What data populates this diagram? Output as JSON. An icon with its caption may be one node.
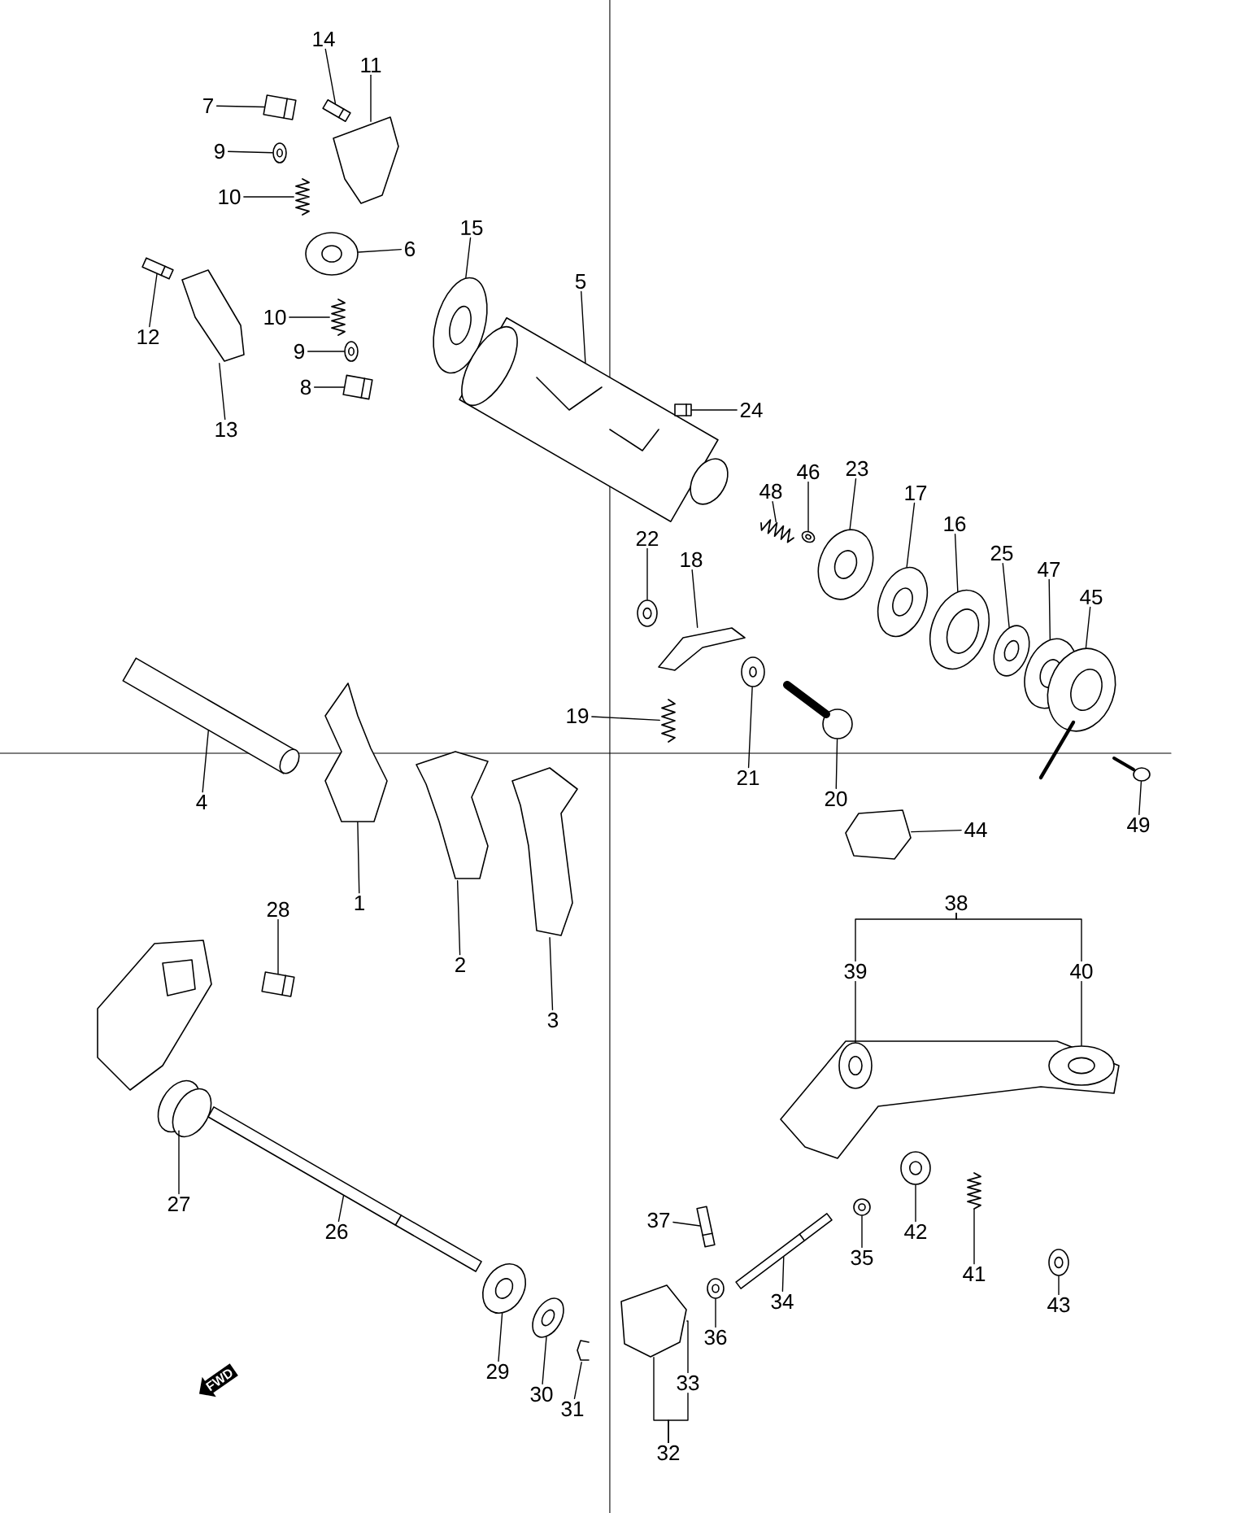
{
  "diagram": {
    "nodes": [
      {
        "text": [
          "14"
        ]
      },
      {
        "text": [
          "11"
        ]
      },
      {
        "text": [
          "7"
        ]
      },
      {
        "text": [
          "9"
        ]
      },
      {
        "text": [
          "10"
        ]
      },
      {
        "text": [
          "15"
        ]
      },
      {
        "text": [
          "6"
        ]
      },
      {
        "text": [
          "12"
        ]
      },
      {
        "text": [
          "10"
        ]
      },
      {
        "text": [
          "9"
        ]
      },
      {
        "text": [
          "5"
        ]
      },
      {
        "text": [
          "8"
        ]
      },
      {
        "text": [
          "24"
        ]
      },
      {
        "text": [
          "13"
        ]
      },
      {
        "text": [
          "48"
        ]
      },
      {
        "text": [
          "46"
        ]
      },
      {
        "text": [
          "23"
        ]
      },
      {
        "text": [
          "17"
        ]
      },
      {
        "text": [
          "16"
        ]
      },
      {
        "text": [
          "22"
        ]
      },
      {
        "text": [
          "25"
        ]
      },
      {
        "text": [
          "18"
        ]
      },
      {
        "text": [
          "47"
        ]
      },
      {
        "text": [
          "45"
        ]
      },
      {
        "text": [
          "19"
        ]
      },
      {
        "text": [
          "4"
        ]
      },
      {
        "text": [
          "21"
        ]
      },
      {
        "text": [
          "20"
        ]
      },
      {
        "text": [
          "49"
        ]
      },
      {
        "text": [
          "44"
        ]
      },
      {
        "text": [
          "1"
        ]
      },
      {
        "text": [
          "28"
        ]
      },
      {
        "text": [
          "38"
        ]
      },
      {
        "text": [
          "2"
        ]
      },
      {
        "text": [
          "39"
        ]
      },
      {
        "text": [
          "40"
        ]
      },
      {
        "text": [
          "3"
        ]
      },
      {
        "text": [
          "27"
        ]
      },
      {
        "text": [
          "42"
        ]
      },
      {
        "text": [
          "37"
        ]
      },
      {
        "text": [
          "26"
        ]
      },
      {
        "text": [
          "35"
        ]
      },
      {
        "text": [
          "41"
        ]
      },
      {
        "text": [
          "34"
        ]
      },
      {
        "text": [
          "43"
        ]
      },
      {
        "text": [
          "36"
        ]
      },
      {
        "text": [
          "29"
        ]
      },
      {
        "text": [
          "33"
        ]
      },
      {
        "text": [
          "30"
        ]
      },
      {
        "text": [
          "31"
        ]
      },
      {
        "text": [
          "32"
        ]
      },
      {
        "text": [],
        "shape": "picture"
      },
      {
        "text": [],
        "shape": "picture"
      },
      {
        "text": [],
        "shape": "picture"
      },
      {
        "text": [],
        "shape": "picture"
      },
      {
        "text": [],
        "shape": "picture"
      },
      {
        "text": [],
        "shape": "picture"
      },
      {
        "text": [],
        "shape": "picture"
      },
      {
        "text": [],
        "shape": "picture"
      },
      {
        "text": [],
        "shape": "picture"
      },
      {
        "text": [],
        "shape": "picture"
      },
      {
        "text": [],
        "shape": "picture"
      },
      {
        "text": [],
        "shape": "picture"
      },
      {
        "text": [],
        "shape": "picture"
      },
      {
        "text": [],
        "shape": "picture"
      },
      {
        "text": [],
        "shape": "picture"
      },
      {
        "text": [],
        "shape": "picture"
      },
      {
        "text": [],
        "shape": "picture"
      },
      {
        "text": [],
        "shape": "picture"
      },
      {
        "text": [],
        "shape": "picture"
      },
      {
        "text": [],
        "shape": "picture"
      },
      {
        "text": [],
        "shape": "picture"
      },
      {
        "text": [],
        "shape": "picture"
      },
      {
        "text": [],
        "shape": "picture"
      },
      {
        "text": [],
        "shape": "picture"
      },
      {
        "text": [],
        "shape": "picture"
      },
      {
        "text": [],
        "shape": "picture"
      },
      {
        "text": [],
        "shape": "picture"
      },
      {
        "text": [],
        "shape": "picture"
      },
      {
        "text": [],
        "shape": "picture"
      },
      {
        "text": [],
        "shape": "picture"
      },
      {
        "text": [],
        "shape": "picture"
      },
      {
        "text": [],
        "shape": "picture"
      },
      {
        "text": [],
        "shape": "picture"
      },
      {
        "text": [],
        "shape": "picture"
      },
      {
        "text": [],
        "shape": "picture"
      },
      {
        "text": [],
        "shape": "picture"
      },
      {
        "text": [],
        "shape": "picture"
      },
      {
        "text": [],
        "shape": "picture"
      },
      {
        "text": [],
        "shape": "picture"
      },
      {
        "text": [],
        "shape": "picture"
      },
      {
        "text": [],
        "shape": "picture"
      },
      {
        "text": [],
        "shape": "picture"
      },
      {
        "text": [],
        "shape": "picture"
      },
      {
        "text": [],
        "shape": "picture"
      },
      {
        "text": [],
        "shape": "picture"
      },
      {
        "text": [],
        "shape": "picture"
      },
      {
        "text": [],
        "shape": "picture"
      },
      {
        "text": [],
        "shape": "picture"
      },
      {
        "text": [],
        "shape": "picture"
      }
    ],
    "edges": [
      {
        "from": 0,
        "to": 51,
        "arrow": "none"
      },
      {
        "from": 1,
        "to": 52,
        "arrow": "none"
      },
      {
        "from": 2,
        "to": 53,
        "arrow": "none"
      },
      {
        "from": 3,
        "to": 54,
        "arrow": "none"
      },
      {
        "from": 4,
        "to": 55,
        "arrow": "none"
      },
      {
        "from": 5,
        "to": 56,
        "arrow": "none"
      },
      {
        "from": 6,
        "to": 57,
        "arrow": "none"
      },
      {
        "from": 7,
        "to": 58,
        "arrow": "none"
      },
      {
        "from": 8,
        "to": 59,
        "arrow": "none"
      },
      {
        "from": 9,
        "to": 60,
        "arrow": "none"
      },
      {
        "from": 10,
        "to": 61,
        "arrow": "none"
      },
      {
        "from": 11,
        "to": 62,
        "arrow": "none"
      },
      {
        "from": 12,
        "to": 63,
        "arrow": "none"
      },
      {
        "from": 13,
        "to": 64,
        "arrow": "none"
      },
      {
        "from": 14,
        "to": 65,
        "arrow": "none"
      },
      {
        "from": 15,
        "to": 66,
        "arrow": "none"
      },
      {
        "from": 16,
        "to": 67,
        "arrow": "none"
      },
      {
        "from": 17,
        "to": 68,
        "arrow": "none"
      },
      {
        "from": 18,
        "to": 69,
        "arrow": "none"
      },
      {
        "from": 19,
        "to": 70,
        "arrow": "none"
      },
      {
        "from": 20,
        "to": 71,
        "arrow": "none"
      },
      {
        "from": 21,
        "to": 72,
        "arrow": "none"
      },
      {
        "from": 22,
        "to": 73,
        "arrow": "none"
      },
      {
        "from": 23,
        "to": 74,
        "arrow": "none"
      },
      {
        "from": 24,
        "to": 75,
        "arrow": "none"
      },
      {
        "from": 25,
        "to": 76,
        "arrow": "none"
      },
      {
        "from": 26,
        "to": 77,
        "arrow": "none"
      },
      {
        "from": 27,
        "to": 78,
        "arrow": "none"
      },
      {
        "from": 28,
        "to": 79,
        "arrow": "none"
      },
      {
        "from": 29,
        "to": 80,
        "arrow": "none"
      },
      {
        "from": 30,
        "to": 81,
        "arrow": "none"
      },
      {
        "from": 31,
        "to": 82,
        "arrow": "none"
      },
      {
        "from": 32,
        "to": 34,
        "arrow": "none"
      },
      {
        "from": 32,
        "to": 35,
        "arrow": "none"
      },
      {
        "from": 33,
        "to": 83,
        "arrow": "none"
      },
      {
        "from": 34,
        "to": 84,
        "arrow": "none"
      },
      {
        "from": 35,
        "to": 85,
        "arrow": "none"
      },
      {
        "from": 36,
        "to": 86,
        "arrow": "none"
      },
      {
        "from": 37,
        "to": 87,
        "arrow": "none"
      },
      {
        "from": 38,
        "to": 88,
        "arrow": "none"
      },
      {
        "from": 39,
        "to": 89,
        "arrow": "none"
      },
      {
        "from": 40,
        "to": 90,
        "arrow": "none"
      },
      {
        "from": 41,
        "to": 91,
        "arrow": "none"
      },
      {
        "from": 42,
        "to": 92,
        "arrow": "none"
      },
      {
        "from": 43,
        "to": 93,
        "arrow": "none"
      },
      {
        "from": 44,
        "to": 94,
        "arrow": "none"
      },
      {
        "from": 45,
        "to": 95,
        "arrow": "none"
      },
      {
        "from": 46,
        "to": 96,
        "arrow": "none"
      },
      {
        "from": 47,
        "to": 97,
        "arrow": "none"
      },
      {
        "from": 48,
        "to": 98,
        "arrow": "none"
      },
      {
        "from": 49,
        "to": 99,
        "arrow": "none"
      },
      {
        "from": 50,
        "to": 97,
        "arrow": "none"
      },
      {
        "from": 50,
        "to": 47,
        "arrow": "none"
      }
    ],
    "labels": [
      "FWD"
    ]
  }
}
